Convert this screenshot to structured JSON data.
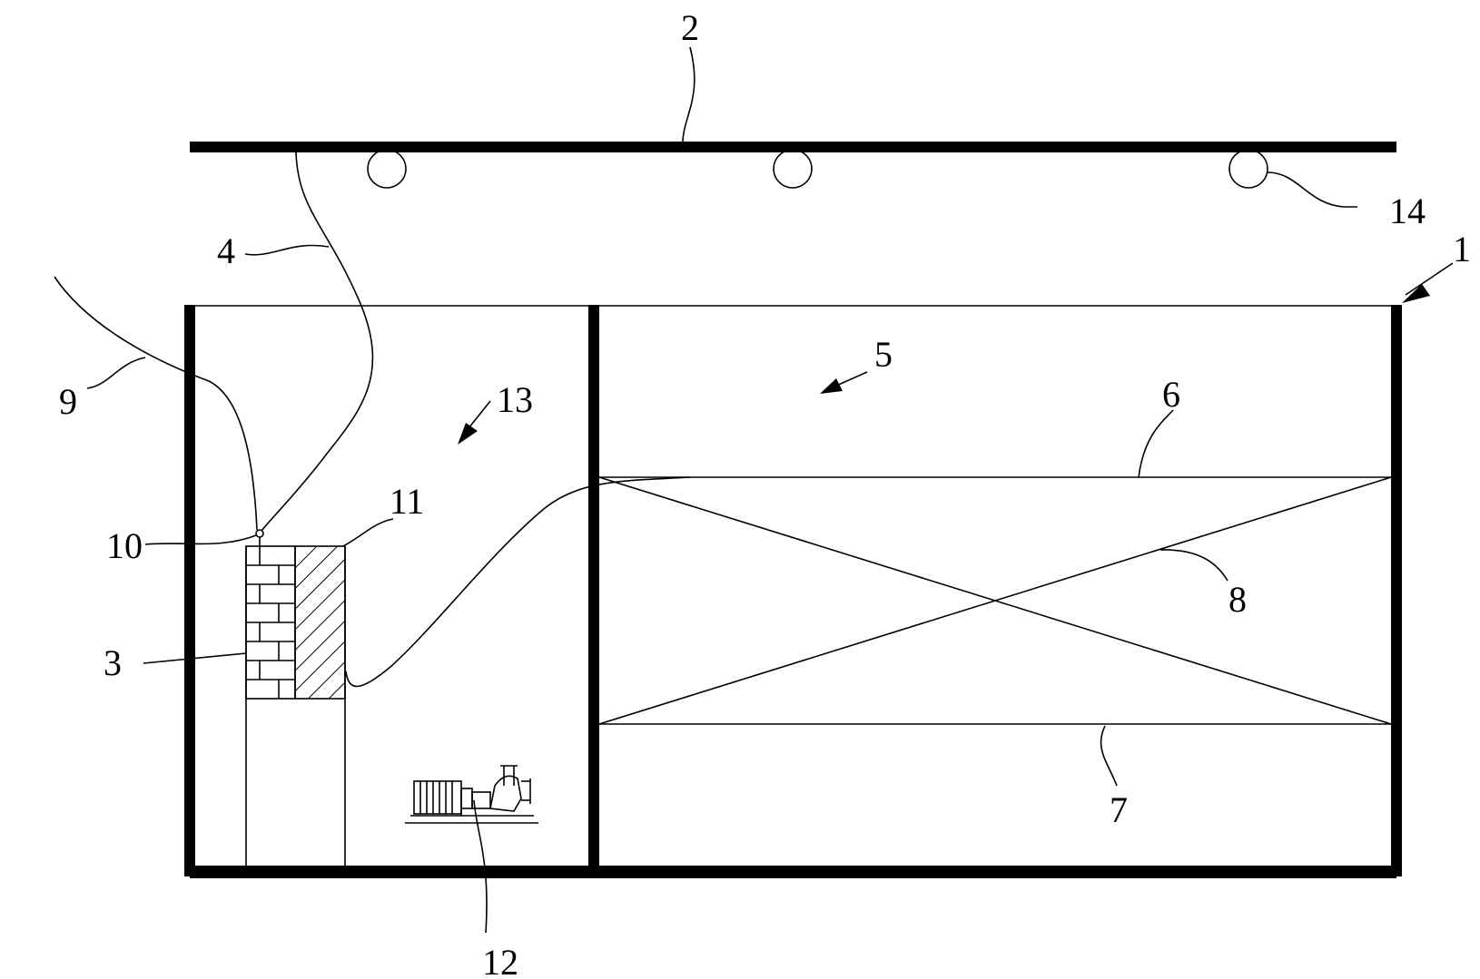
{
  "figure": {
    "labels": {
      "l1": "1",
      "l2": "2",
      "l3": "3",
      "l4": "4",
      "l5": "5",
      "l6": "6",
      "l7": "7",
      "l8": "8",
      "l9": "9",
      "l10": "10",
      "l11": "11",
      "l12": "12",
      "l13": "13",
      "l14": "14"
    },
    "colors": {
      "line": "#000000",
      "background": "#ffffff"
    }
  }
}
